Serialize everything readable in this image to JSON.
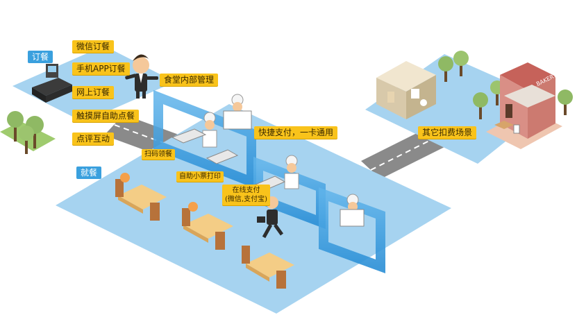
{
  "ordering": {
    "section_label": "订餐",
    "channels": [
      "微信订餐",
      "手机APP订餐",
      "网上订餐",
      "触摸屏自助点餐",
      "点评互动"
    ]
  },
  "canteen_management_label": "食堂内部管理",
  "dining": {
    "section_label": "就餐",
    "scan_label": "扫码领餐",
    "receipt_label": "自助小票打印",
    "online_payment_label": "在线支付\n(微信,支付宝)"
  },
  "quick_payment_label": "快捷支付，一卡通用",
  "other_scenarios_label": "其它扣费场景",
  "bakery_sign": "BAKERY",
  "colors": {
    "platform": "#a6d3f0",
    "yellow_tag": "#f9c31b",
    "blue_tag": "#3aa0de",
    "gate": "#3a9ee0",
    "road": "#8a8a8a"
  }
}
